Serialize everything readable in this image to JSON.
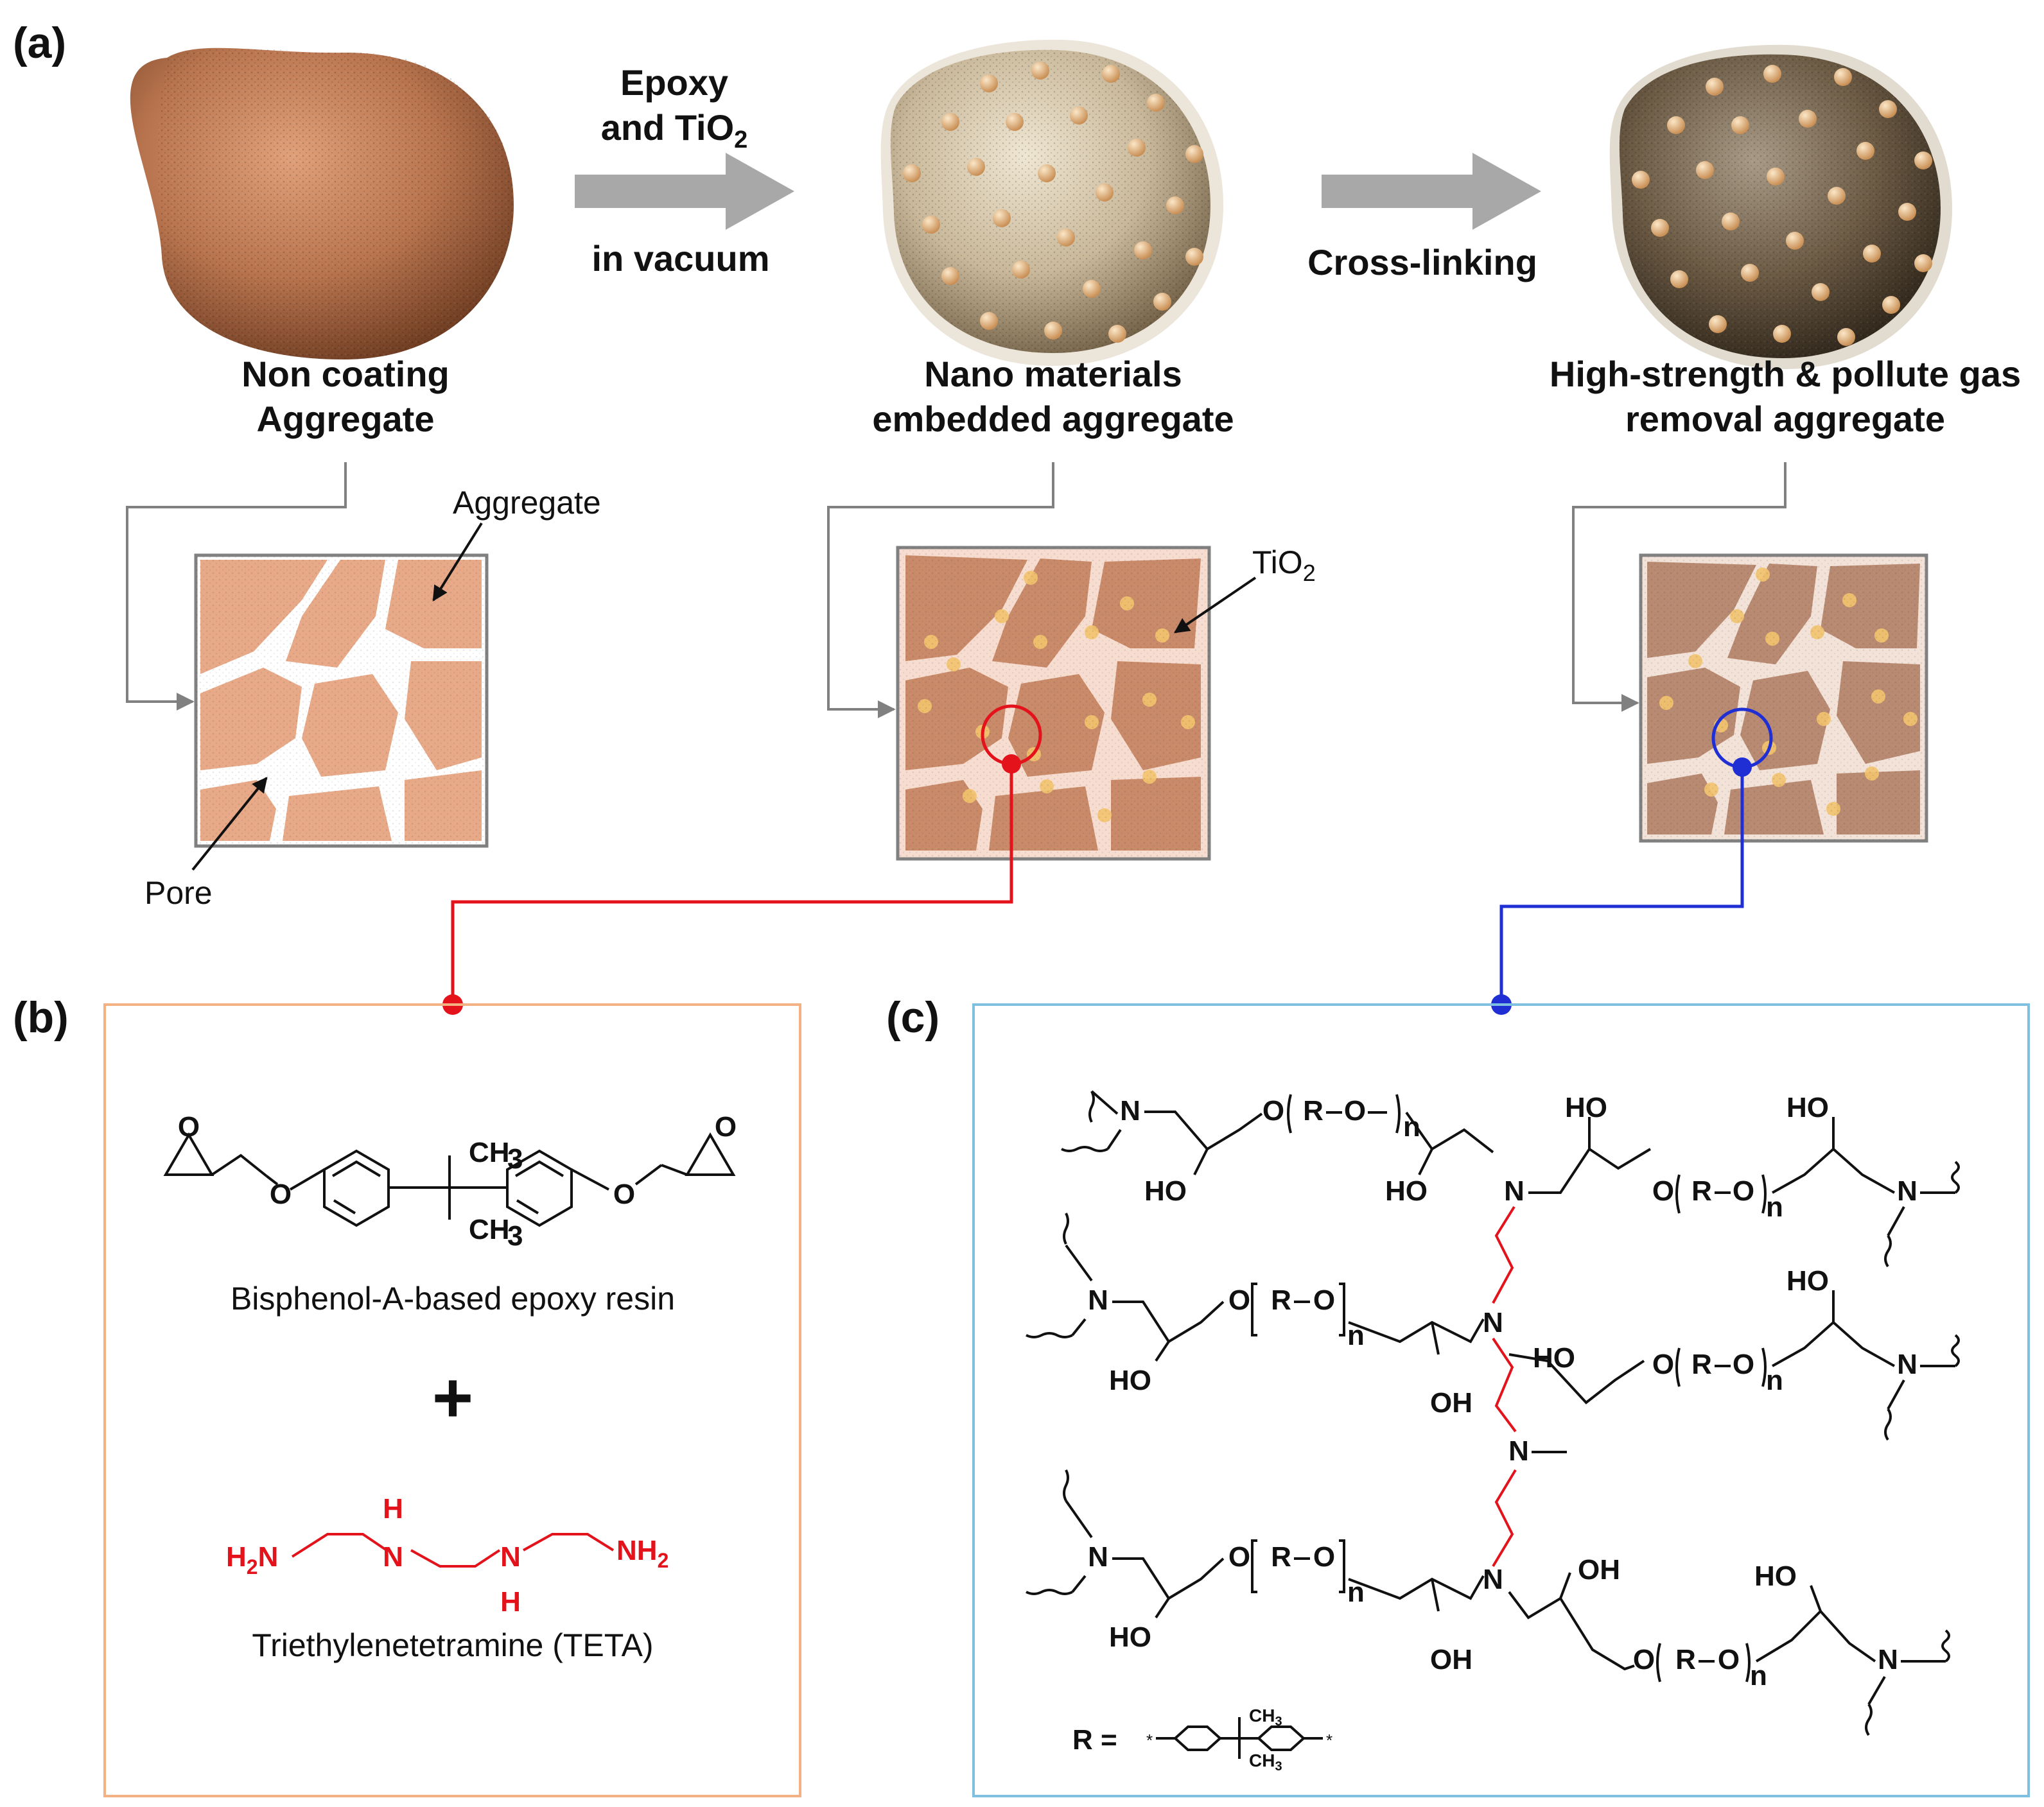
{
  "panels": {
    "a": "(a)",
    "b": "(b)",
    "c": "(c)"
  },
  "steps": {
    "arrow1_top_1": "Epoxy",
    "arrow1_top_2": "and TiO",
    "arrow1_top_2_sub": "2",
    "arrow1_bottom": "in vacuum",
    "arrow2_bottom": "Cross-linking"
  },
  "stages": [
    {
      "line1": "Non coating",
      "line2": "Aggregate"
    },
    {
      "line1": "Nano materials",
      "line2": "embedded aggregate"
    },
    {
      "line1": "High-strength & pollute gas",
      "line2": "removal aggregate"
    }
  ],
  "callouts": {
    "aggregate": "Aggregate",
    "pore": "Pore",
    "tio2": "TiO",
    "tio2_sub": "2"
  },
  "panel_b": {
    "ch3": "CH",
    "ch3_sub": "3",
    "o": "O",
    "epoxy_caption": "Bisphenol-A-based epoxy resin",
    "plus": "+",
    "h2n": "H",
    "h2n_sub": "2",
    "n": "N",
    "h": "H",
    "nh2": "NH",
    "nh2_sub": "2",
    "teta_caption": "Triethylenetetramine (TETA)"
  },
  "panel_c": {
    "n": "N",
    "o": "O",
    "r": "R",
    "ho": "HO",
    "oh": "OH",
    "sub_n": "n",
    "r_def": "R =",
    "ch3": "CH",
    "ch3_sub": "3"
  },
  "colors": {
    "aggregate_brown": "#b8744e",
    "coated_beige": "#c9b89a",
    "cured_dark": "#6b5a44",
    "arrow_gray": "#a8a8a8",
    "nano_particle": "#e8bf8a",
    "frame_gray": "#808080",
    "panel_b_border": "#f4b183",
    "panel_c_border": "#7fbfdf",
    "connector_red": "#e3121b",
    "connector_blue": "#1f2fd4"
  }
}
